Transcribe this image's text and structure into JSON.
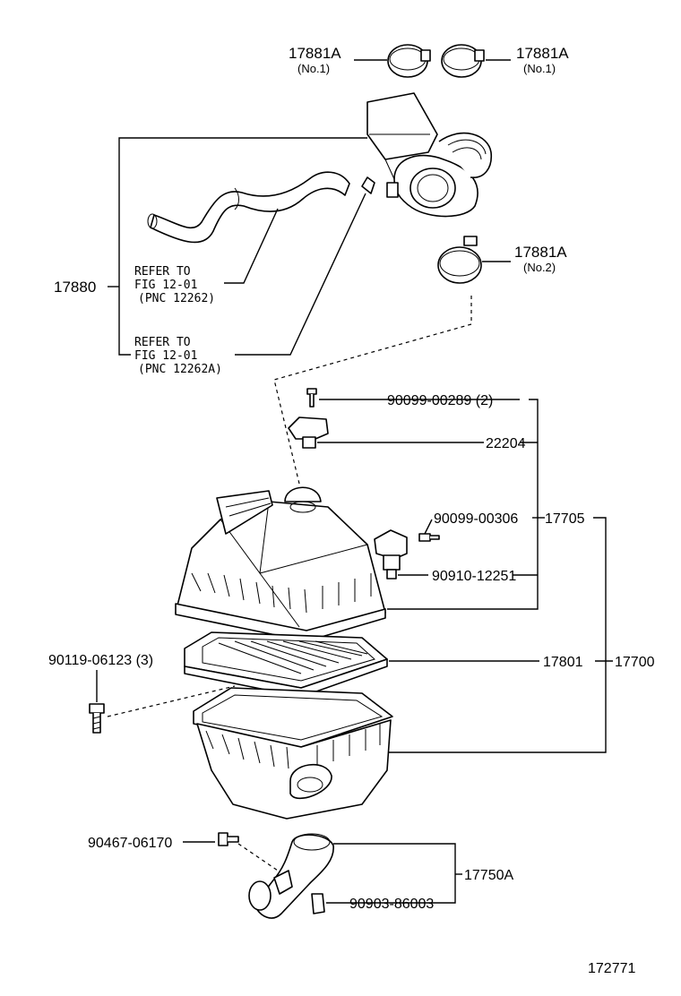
{
  "labels": {
    "clamp_left": "17881A",
    "clamp_left_sub": "(No.1)",
    "clamp_right": "17881A",
    "clamp_right_sub": "(No.1)",
    "clamp_no2": "17881A",
    "clamp_no2_sub": "(No.2)",
    "hose_assy": "17880",
    "ref1_line1": "REFER TO",
    "ref1_line2": "FIG 12-01",
    "ref1_line3": "(PNC 12262)",
    "ref2_line1": "REFER TO",
    "ref2_line2": "FIG 12-01",
    "ref2_line3": "(PNC 12262A)",
    "screw_top": "90099-00289 (2)",
    "sensor": "22204",
    "screw_mid": "90099-00306",
    "cap_assy": "17705",
    "valve": "90910-12251",
    "bolt_left": "90119-06123 (3)",
    "element": "17801",
    "cleaner_assy": "17700",
    "bolt_bottom": "90467-06170",
    "inlet_assy": "17750A",
    "clip": "90903-86003",
    "figure_number": "172771"
  }
}
